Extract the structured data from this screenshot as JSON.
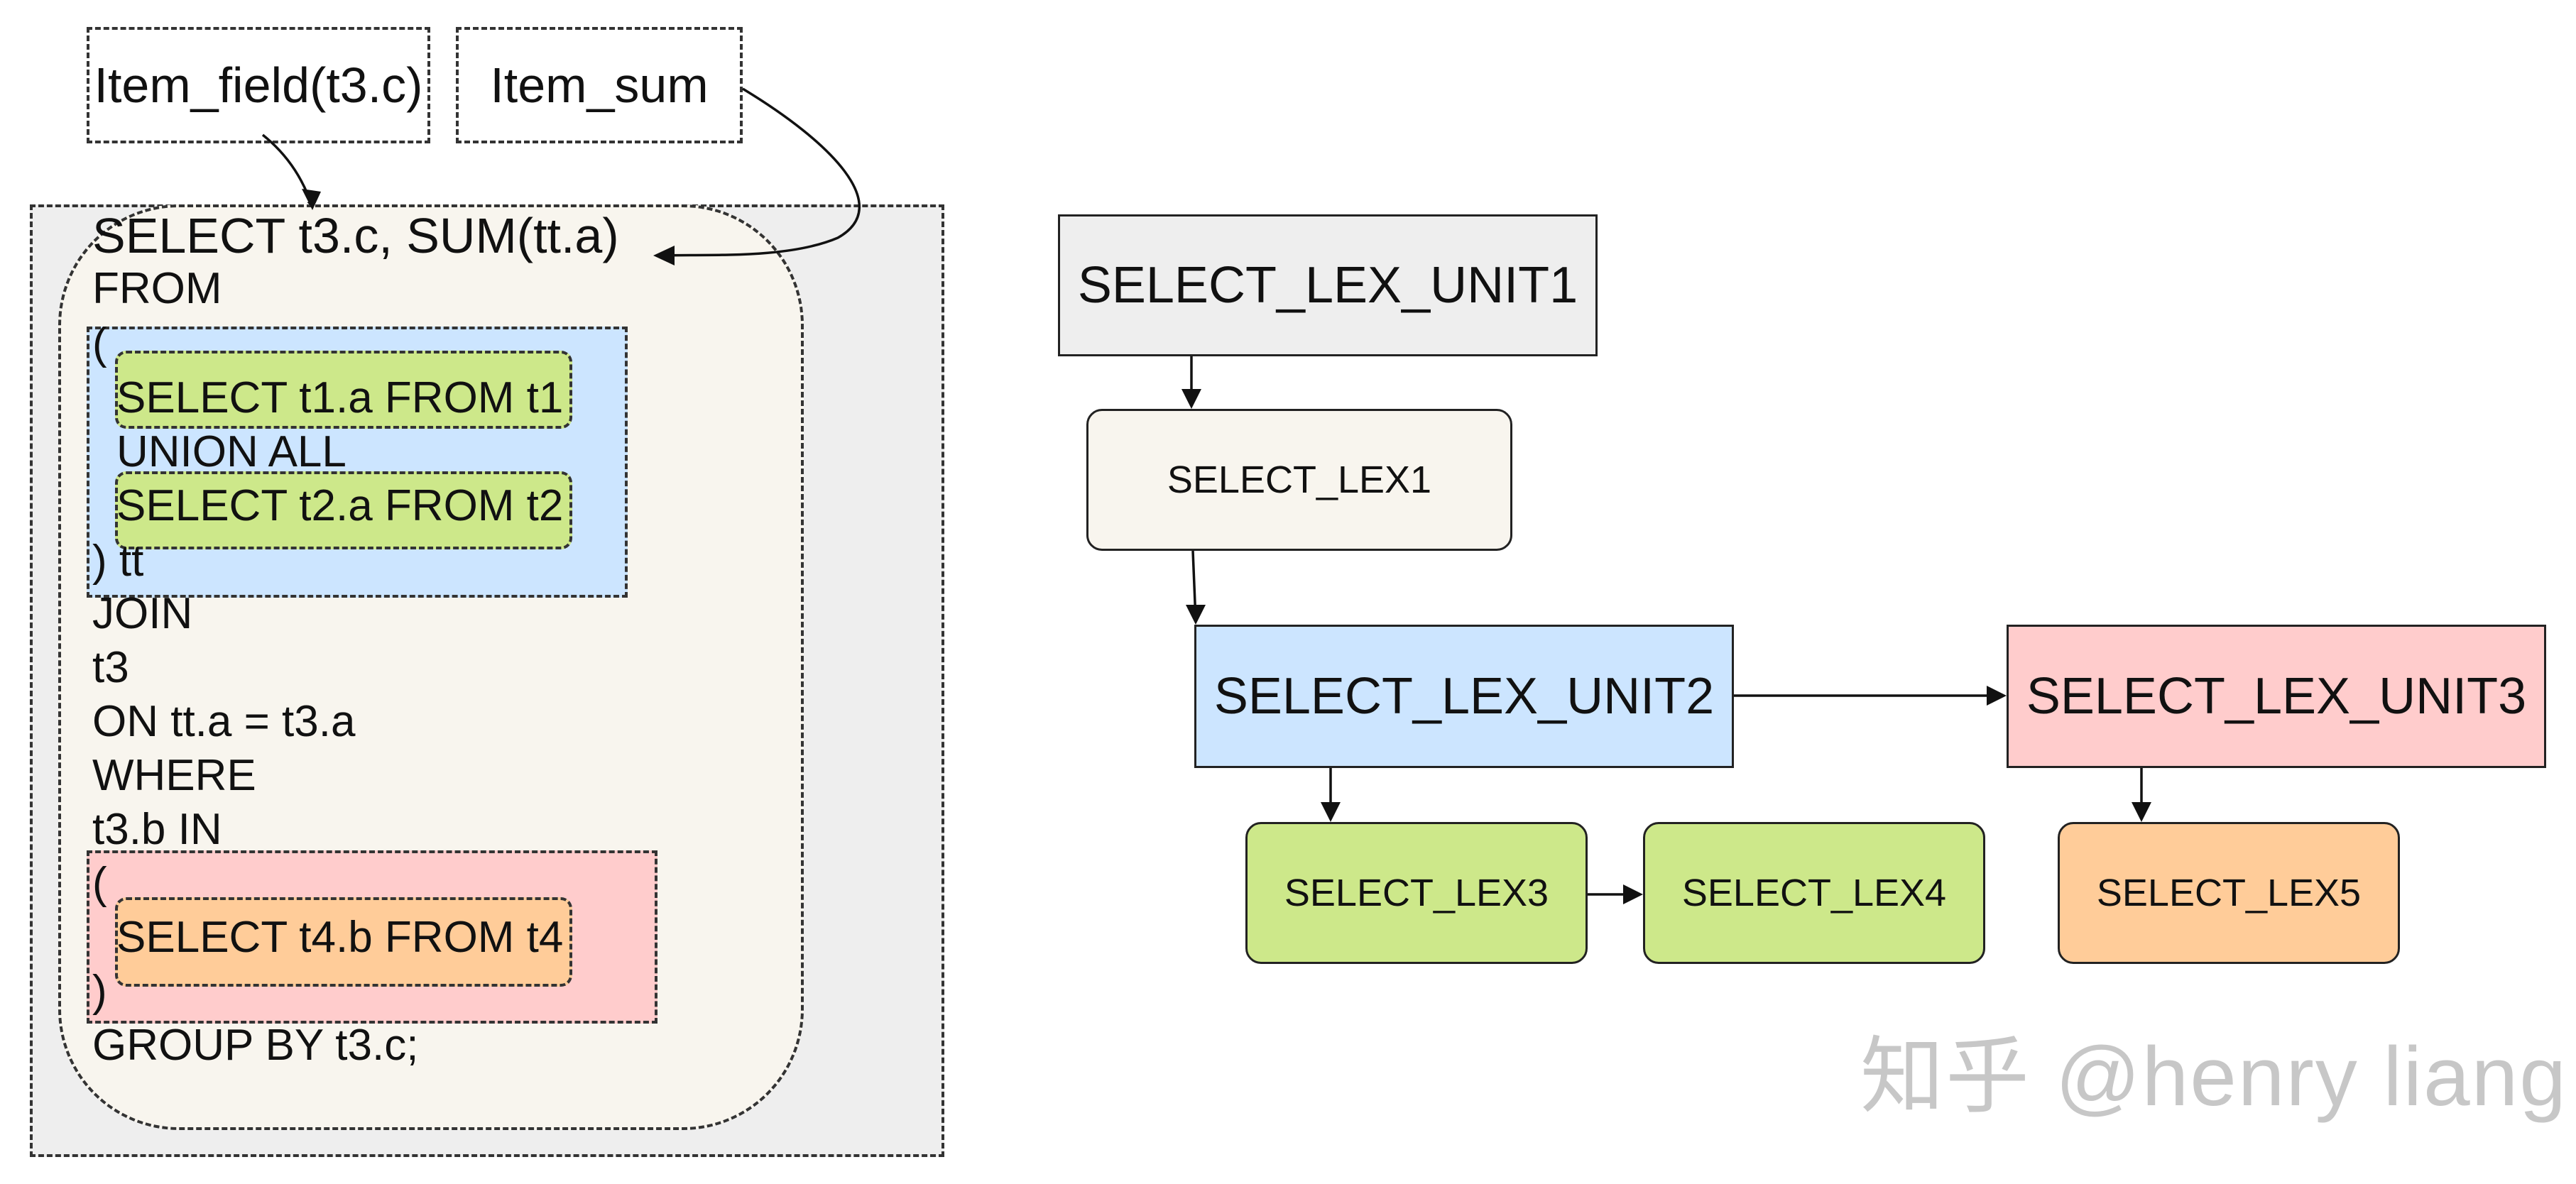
{
  "labels": {
    "item_field": "Item_field(t3.c)",
    "item_sum": "Item_sum"
  },
  "sql": {
    "line1": "SELECT t3.c, SUM(tt.a)",
    "line2": "FROM",
    "line3": "(",
    "sub1": "SELECT t1.a FROM t1",
    "union": "UNION ALL",
    "sub2": "SELECT t2.a FROM t2",
    "alias": ") tt",
    "join": "JOIN",
    "t3": "t3",
    "on": "ON tt.a = t3.a",
    "where": "WHERE",
    "in": "t3.b IN",
    "open2": "(",
    "sub4": "SELECT t4.b FROM t4",
    "close2": ")",
    "group": "GROUP BY t3.c;"
  },
  "tree": {
    "unit1": "SELECT_LEX_UNIT1",
    "lex1": "SELECT_LEX1",
    "unit2": "SELECT_LEX_UNIT2",
    "unit3": "SELECT_LEX_UNIT3",
    "lex3": "SELECT_LEX3",
    "lex4": "SELECT_LEX4",
    "lex5": "SELECT_LEX5"
  },
  "watermark": "知乎 @henry liang",
  "colors": {
    "outer_grey": "#eeeeee",
    "cream": "#f8f5ee",
    "blue": "#cce5ff",
    "green": "#cde88a",
    "pink": "#ffcccc",
    "orange": "#ffcc99",
    "unit_grey": "#eeeeee"
  }
}
